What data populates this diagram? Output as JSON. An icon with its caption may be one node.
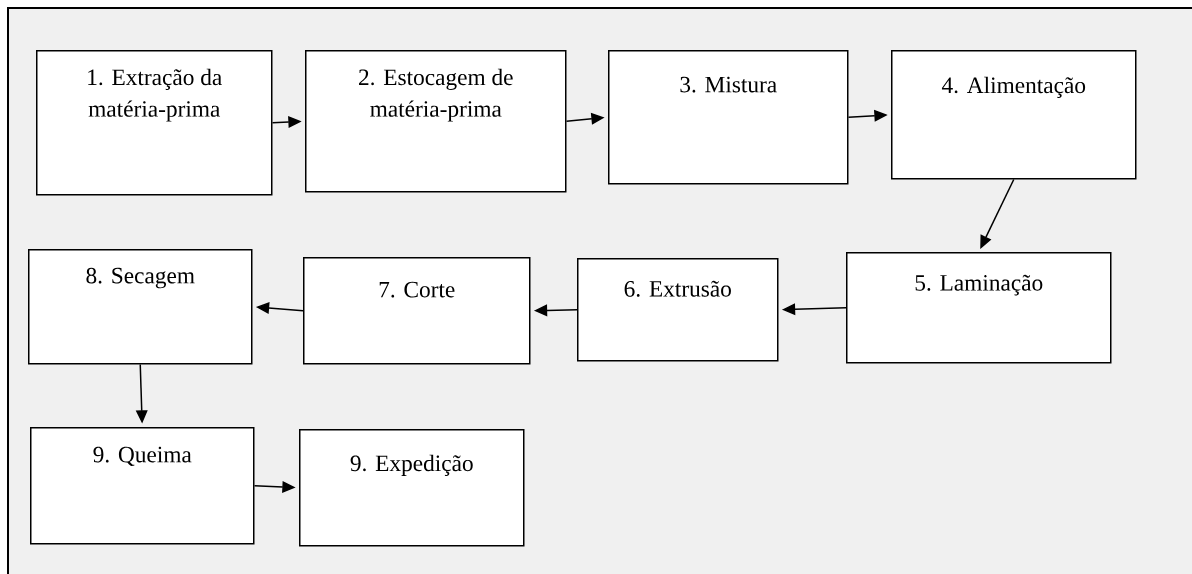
{
  "diagram": {
    "nodes": [
      {
        "text": [
          "1. Extração da matéria-prima"
        ]
      },
      {
        "text": [
          "2. Estocagem de matéria-prima"
        ]
      },
      {
        "text": [
          "3. Mistura"
        ]
      },
      {
        "text": [
          "4. Alimentação"
        ]
      },
      {
        "text": [
          "5. Laminação"
        ]
      },
      {
        "text": [
          "6. Extrusão"
        ]
      },
      {
        "text": [
          "7. Corte"
        ]
      },
      {
        "text": [
          "8. Secagem"
        ]
      },
      {
        "text": [
          "9. Queima"
        ]
      },
      {
        "text": [
          "9. Expedição"
        ]
      }
    ],
    "edges": [
      {
        "from": 0,
        "to": 1,
        "arrow": "to"
      },
      {
        "from": 1,
        "to": 2,
        "arrow": "to"
      },
      {
        "from": 2,
        "to": 3,
        "arrow": "to"
      },
      {
        "from": 3,
        "to": 4,
        "arrow": "to"
      },
      {
        "from": 4,
        "to": 5,
        "arrow": "to"
      },
      {
        "from": 5,
        "to": 6,
        "arrow": "to"
      },
      {
        "from": 6,
        "to": 7,
        "arrow": "to"
      },
      {
        "from": 7,
        "to": 8,
        "arrow": "to"
      },
      {
        "from": 8,
        "to": 9,
        "arrow": "to"
      }
    ]
  }
}
